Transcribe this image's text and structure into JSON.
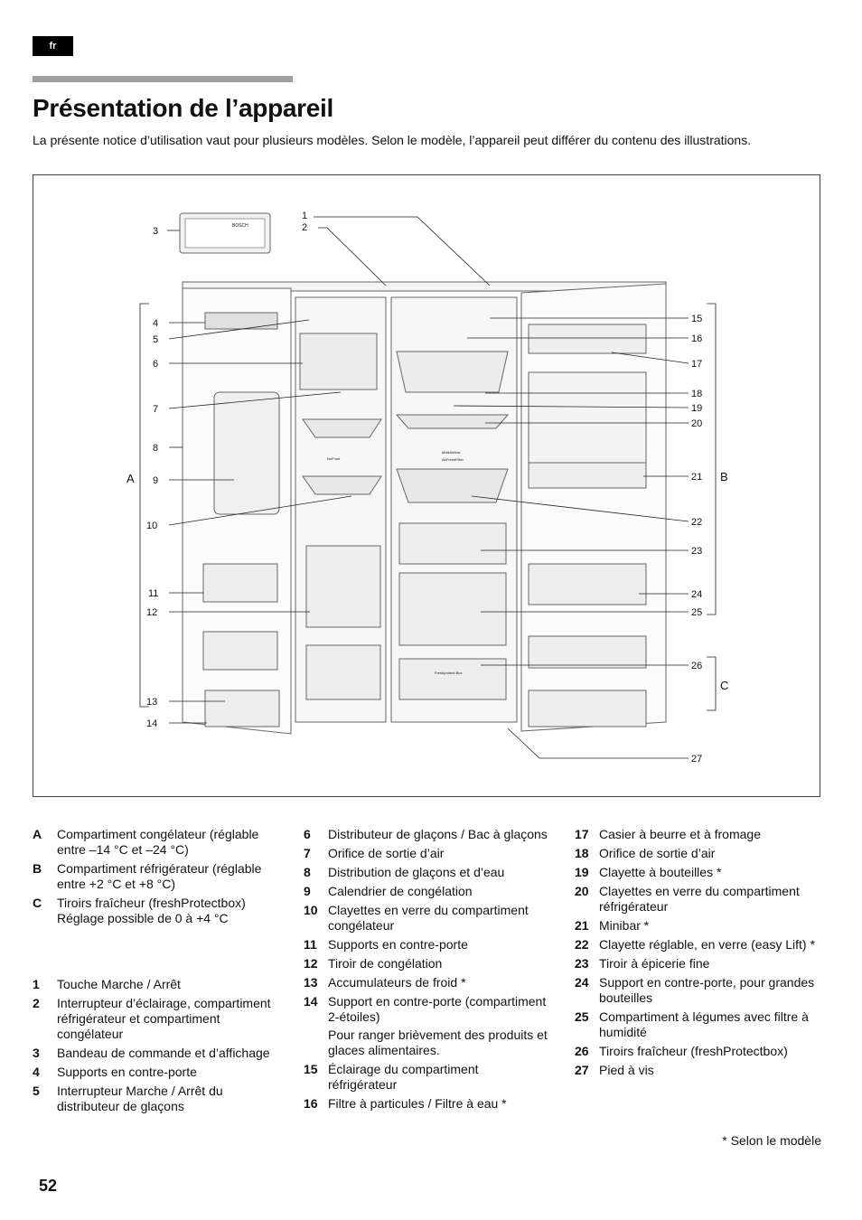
{
  "lang_tab": "fr",
  "title": "Présentation de l’appareil",
  "intro": "La présente notice d’utilisation vaut pour plusieurs modèles. Selon le modèle, l’appareil peut différer du contenu des illustrations.",
  "figure": {
    "callouts": [
      "1",
      "2",
      "3",
      "4",
      "5",
      "6",
      "7",
      "8",
      "9",
      "10",
      "11",
      "12",
      "13",
      "14",
      "15",
      "16",
      "17",
      "18",
      "19",
      "20",
      "21",
      "22",
      "23",
      "24",
      "25",
      "26",
      "27"
    ],
    "bracket_labels": [
      "A",
      "B",
      "C"
    ],
    "panel_brand": "BOSCH",
    "inner_labels": {
      "nofrost": "NoFrost",
      "multiairflow": "MultiAirflow",
      "airfresh": "AirFreshFilter",
      "freshprotect": "Freshprotect Box"
    }
  },
  "legend_col1_groups": [
    {
      "key": "A",
      "text": "Compartiment congélateur (réglable entre –14 °C et –24 °C)"
    },
    {
      "key": "B",
      "text": "Compartiment réfrigérateur (réglable entre +2 °C et +8 °C)"
    },
    {
      "key": "C",
      "text": "Tiroirs fraîcheur (freshProtectbox) Réglage possible de 0 à +4 °C"
    }
  ],
  "legend_col1_items": [
    {
      "key": "1",
      "text": "Touche Marche / Arrêt"
    },
    {
      "key": "2",
      "text": "Interrupteur d’éclairage, compartiment réfrigérateur et compartiment congélateur"
    },
    {
      "key": "3",
      "text": "Bandeau de commande et d’affichage"
    },
    {
      "key": "4",
      "text": "Supports en contre-porte"
    },
    {
      "key": "5",
      "text": "Interrupteur Marche / Arrêt du distributeur de glaçons"
    }
  ],
  "legend_col2": [
    {
      "key": "6",
      "text": "Distributeur de glaçons / Bac à glaçons"
    },
    {
      "key": "7",
      "text": "Orifice de sortie d’air"
    },
    {
      "key": "8",
      "text": "Distribution de glaçons et d’eau"
    },
    {
      "key": "9",
      "text": "Calendrier de congélation"
    },
    {
      "key": "10",
      "text": "Clayettes en verre du compartiment congélateur"
    },
    {
      "key": "11",
      "text": "Supports en contre-porte"
    },
    {
      "key": "12",
      "text": "Tiroir de congélation"
    },
    {
      "key": "13",
      "text": "Accumulateurs de froid *"
    },
    {
      "key": "14",
      "text": "Support en contre-porte (compartiment 2-étoiles)"
    },
    {
      "key": "14b",
      "text": "Pour ranger brièvement des produits et glaces alimentaires."
    },
    {
      "key": "15",
      "text": "Éclairage du compartiment réfrigérateur"
    },
    {
      "key": "16",
      "text": "Filtre à particules / Filtre à eau *"
    }
  ],
  "legend_col3": [
    {
      "key": "17",
      "text": "Casier à beurre et à fromage"
    },
    {
      "key": "18",
      "text": "Orifice de sortie d’air"
    },
    {
      "key": "19",
      "text": "Clayette à bouteilles *"
    },
    {
      "key": "20",
      "text": "Clayettes en verre du compartiment réfrigérateur"
    },
    {
      "key": "21",
      "text": "Minibar *"
    },
    {
      "key": "22",
      "text": "Clayette réglable, en verre (easy Lift) *"
    },
    {
      "key": "23",
      "text": "Tiroir à épicerie fine"
    },
    {
      "key": "24",
      "text": "Support en contre-porte, pour grandes bouteilles"
    },
    {
      "key": "25",
      "text": "Compartiment à légumes avec filtre à humidité"
    },
    {
      "key": "26",
      "text": "Tiroirs fraîcheur (freshProtectbox)"
    },
    {
      "key": "27",
      "text": "Pied à vis"
    }
  ],
  "footnote": "* Selon le modèle",
  "page_number": "52"
}
